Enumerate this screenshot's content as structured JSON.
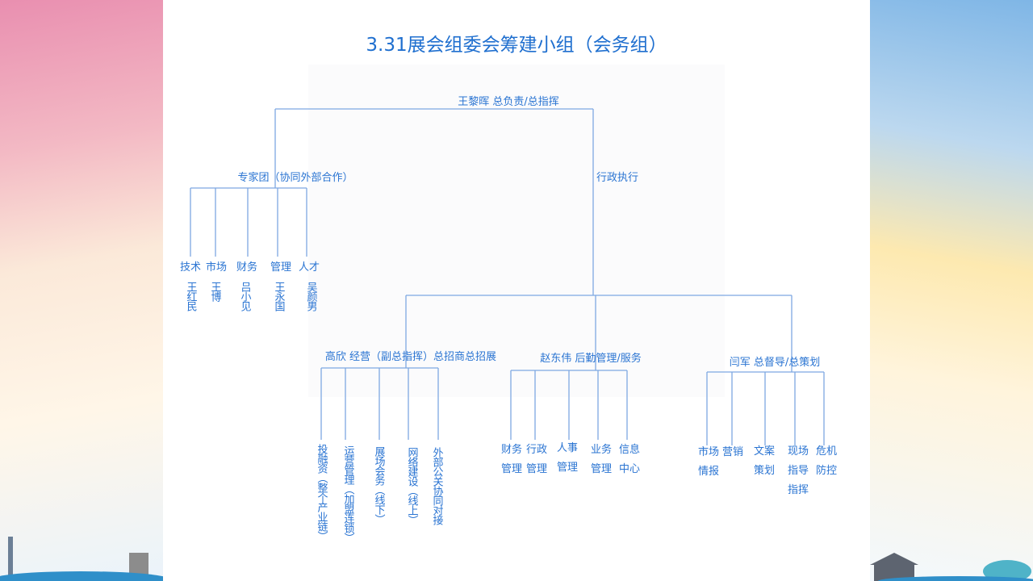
{
  "title": "3.31展会组委会筹建小组（会务组）",
  "root": "王黎晖  总负责/总指挥",
  "experts": {
    "label": "专家团（协同外部合作）",
    "members": [
      {
        "role": "技术",
        "name": "王红民"
      },
      {
        "role": "市场",
        "name": "王博"
      },
      {
        "role": "财务",
        "name": "吕小见"
      },
      {
        "role": "管理",
        "name": "王永国"
      },
      {
        "role": "人才",
        "name": "吴颜男"
      }
    ]
  },
  "admin": "行政执行",
  "branches": [
    {
      "label": "高欣  经营（副总指挥）总招商总招展",
      "items": [
        "投融资（整个产业链）",
        "运营管理（加盟连锁）",
        "展场会务（线下）",
        "网络建设（线上）",
        "外部公关协同对接"
      ]
    },
    {
      "label": "赵东伟  后勤管理/服务",
      "items": [
        "财务管理",
        "行政管理",
        "人事管理",
        "业务管理",
        "信息中心"
      ]
    },
    {
      "label": "闫军   总督导/总策划",
      "items": [
        "市场情报",
        "营销",
        "文案策划",
        "现场指导指挥",
        "危机防控"
      ]
    }
  ]
}
